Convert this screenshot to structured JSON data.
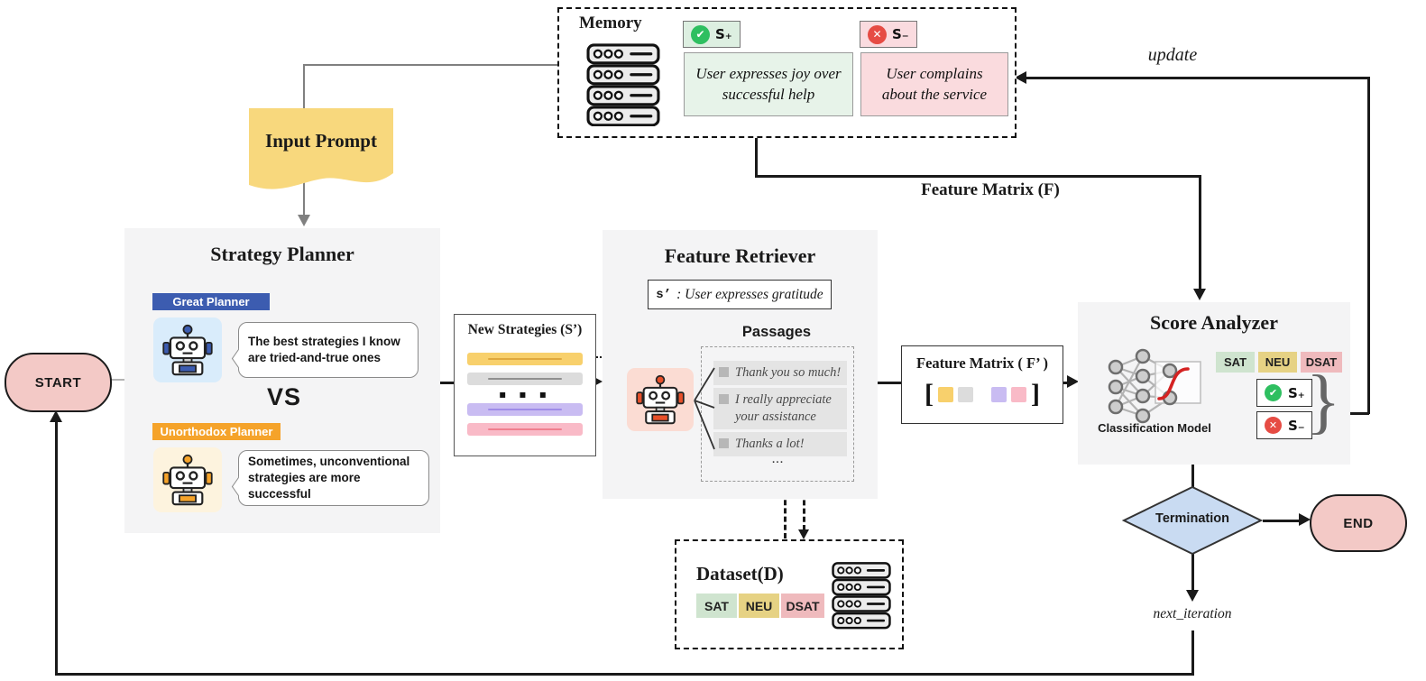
{
  "colors": {
    "ink": "#1a1a1a",
    "gray-line": "#808080",
    "panel": "#f4f4f5",
    "blue-badge": "#3c5cb0",
    "blue-tile": "#d9ecfb",
    "orange-badge": "#f5a32a",
    "orange-tile": "#fdf3de",
    "red-tile": "#fbdcd3",
    "node-pink": "#f3c9c6",
    "diamond-blue": "#c9dbf2",
    "flag-yellow": "#f8d87d",
    "green-badge": "#ddefe1",
    "green-box": "#e7f3e9",
    "red-badge": "#fadbdf",
    "red-box": "#fadbde",
    "check-green": "#2ebf60",
    "cross-red": "#e64c44",
    "sat": "#cfe4cf",
    "neu": "#e6d284",
    "dsat": "#efbabd",
    "bar-yellow": "#f8d06c",
    "bar-yellow-line": "#dfa83d",
    "bar-gray": "#dcdcdc",
    "bar-gray-line": "#909090",
    "bar-purple": "#c9bcf2",
    "bar-purple-line": "#9f8ce8",
    "bar-pink": "#f9bac7",
    "bar-pink-line": "#f07f8e"
  },
  "memory": {
    "title": "Memory",
    "positive_label": "S₊",
    "positive_text": "User expresses joy over successful help",
    "negative_label": "S₋",
    "negative_text": "User complains about the service"
  },
  "labels": {
    "update": "update",
    "input_prompt": "Input Prompt",
    "feature_matrix_f": "Feature Matrix (F)",
    "start": "START",
    "end": "END",
    "termination": "Termination",
    "next_iteration": "next_iteration",
    "vs": "VS"
  },
  "strategy_planner": {
    "title": "Strategy Planner",
    "great_badge": "Great Planner",
    "great_speech": "The best strategies I know are tried-and-true ones",
    "unorthodox_badge": "Unorthodox Planner",
    "unorthodox_speech": "Sometimes, unconventional strategies are more successful"
  },
  "new_strategies": {
    "title": "New Strategies (S’)",
    "ellipsis": "▪ ▪ ▪"
  },
  "feature_retriever": {
    "title": "Feature Retriever",
    "query_prefix": "s’",
    "query_text": ": User expresses gratitude",
    "passages_title": "Passages",
    "passages": [
      "Thank you so much!",
      "I really appreciate your assistance",
      "Thanks a lot!"
    ],
    "ellipsis": "..."
  },
  "feature_matrix_box": {
    "title": "Feature Matrix ( F’ )",
    "bracket_open": "[",
    "bracket_close": "]"
  },
  "score_analyzer": {
    "title": "Score Analyzer",
    "model_label": "Classification Model",
    "classes": [
      "SAT",
      "NEU",
      "DSAT"
    ],
    "positive_label": "S₊",
    "negative_label": "S₋",
    "brace": "}"
  },
  "dataset": {
    "title": "Dataset(D)",
    "classes": [
      "SAT",
      "NEU",
      "DSAT"
    ]
  }
}
